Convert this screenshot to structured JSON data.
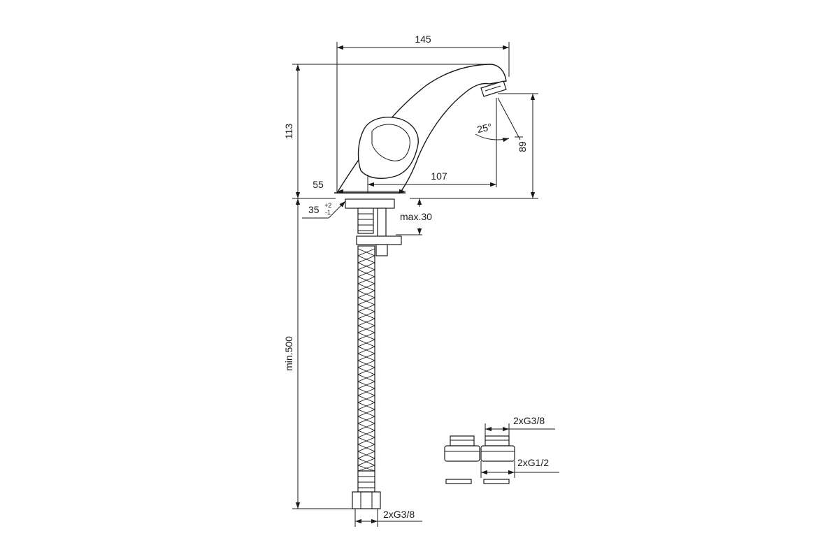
{
  "dimensions": {
    "width_total": "145",
    "height_total": "113",
    "spout_height": "89",
    "spout_reach": "107",
    "base_width": "55",
    "angle": "25°",
    "hole": "35",
    "hole_tol_plus": "+2",
    "hole_tol_minus": "-1",
    "deck_thickness": "max.30",
    "hose_length": "min.500",
    "hose_thread": "2xG3/8",
    "adapter_inner_thread": "2xG3/8",
    "adapter_outer_thread": "2xG1/2"
  },
  "colors": {
    "line": "#1a1a1a",
    "background": "#ffffff"
  }
}
